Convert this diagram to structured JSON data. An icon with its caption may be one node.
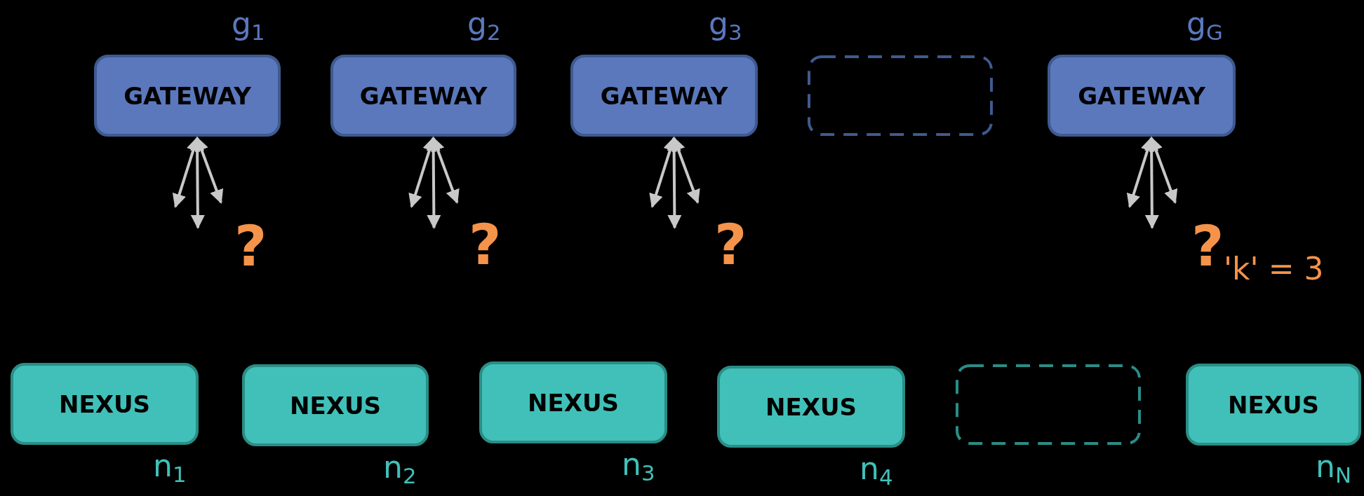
{
  "diagram": {
    "nodes": [
      {
        "text": [
          "GATEWAY"
        ],
        "beside": [
          "g$_{1}$"
        ]
      },
      {
        "text": [
          "GATEWAY"
        ],
        "beside": [
          "g$_{2}$"
        ]
      },
      {
        "text": [
          "GATEWAY"
        ],
        "beside": [
          "g$_{3}$"
        ]
      },
      {
        "text": [],
        "shape": "box"
      },
      {
        "text": [
          "GATEWAY"
        ],
        "beside": [
          "g$_{G}$"
        ]
      },
      {
        "text": [
          "NEXUS"
        ],
        "beside": [
          "n$_{1}$"
        ]
      },
      {
        "text": [
          "NEXUS"
        ],
        "beside": [
          "n$_{2}$"
        ]
      },
      {
        "text": [
          "NEXUS"
        ],
        "beside": [
          "n$_{3}$"
        ]
      },
      {
        "text": [
          "NEXUS"
        ],
        "beside": [
          "n$_{4}$"
        ]
      },
      {
        "text": [],
        "shape": "box"
      },
      {
        "text": [
          "NEXUS"
        ],
        "beside": [
          "n$_{N}$"
        ]
      }
    ],
    "edges": [
      {
        "from": 0,
        "to": null,
        "arrow": "both"
      },
      {
        "from": 0,
        "to": null,
        "arrow": "both"
      },
      {
        "from": 0,
        "to": null,
        "arrow": "both"
      },
      {
        "from": 1,
        "to": null,
        "arrow": "both"
      },
      {
        "from": 1,
        "to": null,
        "arrow": "both"
      },
      {
        "from": 1,
        "to": null,
        "arrow": "both"
      },
      {
        "from": 2,
        "to": null,
        "arrow": "both"
      },
      {
        "from": 2,
        "to": null,
        "arrow": "both"
      },
      {
        "from": 2,
        "to": null,
        "arrow": "both"
      },
      {
        "from": 4,
        "to": null,
        "arrow": "both"
      },
      {
        "from": 4,
        "to": null,
        "arrow": "both"
      },
      {
        "from": 4,
        "to": null,
        "arrow": "both"
      }
    ],
    "labels": [
      "?",
      "?",
      "?",
      "?",
      "'k' = 3"
    ]
  }
}
